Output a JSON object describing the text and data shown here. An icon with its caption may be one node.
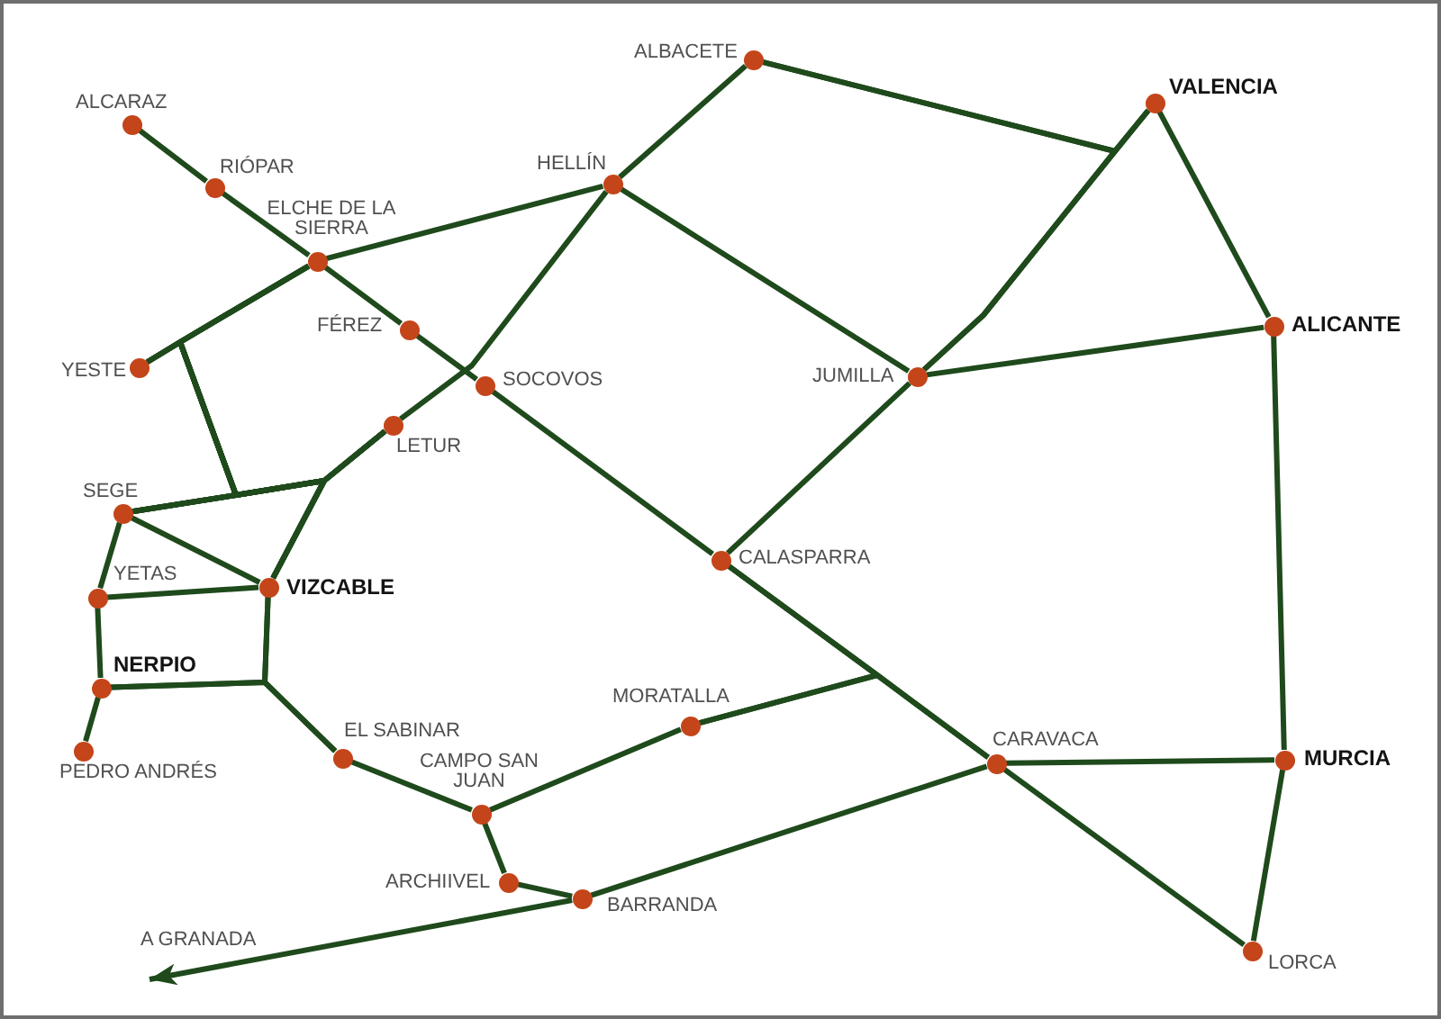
{
  "diagram": {
    "nodes": [
      {
        "text": [],
        "shape": "circle",
        "beside": [
          "ALBACETE"
        ]
      },
      {
        "text": [],
        "shape": "circle",
        "beside": [
          "VALENCIA"
        ]
      },
      {
        "text": [],
        "shape": "circle",
        "beside": [
          "ALCARAZ"
        ]
      },
      {
        "text": [],
        "shape": "circle",
        "beside": [
          "HELLÍN"
        ]
      },
      {
        "text": [],
        "shape": "circle",
        "beside": [
          "RIÓPAR"
        ]
      },
      {
        "text": [],
        "shape": "circle",
        "beside": [
          "ELCHE DE LA SIERRA"
        ]
      },
      {
        "text": [],
        "shape": "circle",
        "beside": [
          "ALICANTE"
        ]
      },
      {
        "text": [],
        "shape": "circle",
        "beside": [
          "FÉREZ"
        ]
      },
      {
        "text": [],
        "shape": "circle",
        "beside": [
          "YESTE"
        ]
      },
      {
        "text": [],
        "shape": "circle",
        "beside": [
          "JUMILLA"
        ]
      },
      {
        "text": [],
        "shape": "circle",
        "beside": [
          "SOCOVOS"
        ]
      },
      {
        "text": [],
        "shape": "circle",
        "beside": [
          "LETUR"
        ]
      },
      {
        "text": [],
        "shape": "circle",
        "beside": [
          "SEGE"
        ]
      },
      {
        "text": [],
        "shape": "circle",
        "beside": [
          "CALASPARRA"
        ]
      },
      {
        "text": [],
        "shape": "circle",
        "beside": [
          "VIZCABLE"
        ]
      },
      {
        "text": [],
        "shape": "circle",
        "beside": [
          "YETAS"
        ]
      },
      {
        "text": [],
        "shape": "circle",
        "beside": [
          "NERPIO"
        ]
      },
      {
        "text": [],
        "shape": "circle",
        "beside": [
          "MORATALLA"
        ]
      },
      {
        "text": [],
        "shape": "circle",
        "beside": [
          "PEDRO ANDRÉS"
        ]
      },
      {
        "text": [],
        "shape": "circle",
        "beside": [
          "EL SABINAR"
        ]
      },
      {
        "text": [],
        "shape": "circle",
        "beside": [
          "MURCIA"
        ]
      },
      {
        "text": [],
        "shape": "circle",
        "beside": [
          "CARAVACA"
        ]
      },
      {
        "text": [],
        "shape": "circle",
        "beside": [
          "CAMPO SAN JUAN"
        ]
      },
      {
        "text": [],
        "shape": "circle",
        "beside": [
          "ARCHIIVEL"
        ]
      },
      {
        "text": [],
        "shape": "circle",
        "beside": [
          "BARRANDA"
        ]
      },
      {
        "text": [],
        "shape": "circle",
        "beside": [
          "LORCA"
        ]
      }
    ],
    "edges": [
      {
        "from": 2,
        "to": 4,
        "arrow": "none"
      },
      {
        "from": 4,
        "to": 5,
        "arrow": "none"
      },
      {
        "from": 5,
        "to": 7,
        "arrow": "none"
      },
      {
        "from": 7,
        "to": 10,
        "arrow": "none"
      },
      {
        "from": 10,
        "to": 13,
        "arrow": "none"
      },
      {
        "from": 5,
        "to": 3,
        "arrow": "none"
      },
      {
        "from": 3,
        "to": 0,
        "arrow": "none"
      },
      {
        "from": 3,
        "to": 11,
        "arrow": "none"
      },
      {
        "from": 3,
        "to": 9,
        "arrow": "none"
      },
      {
        "from": 0,
        "to": 1,
        "arrow": "none"
      },
      {
        "from": 0,
        "to": 9,
        "arrow": "none"
      },
      {
        "from": 9,
        "to": 1,
        "arrow": "none"
      },
      {
        "from": 1,
        "to": 6,
        "arrow": "none"
      },
      {
        "from": 9,
        "to": 6,
        "arrow": "none"
      },
      {
        "from": 9,
        "to": 13,
        "arrow": "none"
      },
      {
        "from": 6,
        "to": 20,
        "arrow": "none"
      },
      {
        "from": 5,
        "to": 8,
        "arrow": "none"
      },
      {
        "from": 5,
        "to": 12,
        "arrow": "none"
      },
      {
        "from": 5,
        "to": 11,
        "arrow": "none"
      },
      {
        "from": 5,
        "to": 14,
        "arrow": "none"
      },
      {
        "from": 8,
        "to": 12,
        "arrow": "none"
      },
      {
        "from": 8,
        "to": 11,
        "arrow": "none"
      },
      {
        "from": 8,
        "to": 14,
        "arrow": "none"
      },
      {
        "from": 12,
        "to": 11,
        "arrow": "none"
      },
      {
        "from": 12,
        "to": 14,
        "arrow": "none"
      },
      {
        "from": 11,
        "to": 14,
        "arrow": "none"
      },
      {
        "from": 12,
        "to": 14,
        "arrow": "none"
      },
      {
        "from": 12,
        "to": 15,
        "arrow": "none"
      },
      {
        "from": 15,
        "to": 14,
        "arrow": "none"
      },
      {
        "from": 15,
        "to": 16,
        "arrow": "none"
      },
      {
        "from": 16,
        "to": 18,
        "arrow": "none"
      },
      {
        "from": 16,
        "to": 14,
        "arrow": "none"
      },
      {
        "from": 16,
        "to": 19,
        "arrow": "none"
      },
      {
        "from": 14,
        "to": 19,
        "arrow": "none"
      },
      {
        "from": 19,
        "to": 22,
        "arrow": "none"
      },
      {
        "from": 22,
        "to": 17,
        "arrow": "none"
      },
      {
        "from": 13,
        "to": 21,
        "arrow": "none"
      },
      {
        "from": 17,
        "to": 13,
        "arrow": "none"
      },
      {
        "from": 17,
        "to": 21,
        "arrow": "none"
      },
      {
        "from": 22,
        "to": 23,
        "arrow": "none"
      },
      {
        "from": 23,
        "to": 24,
        "arrow": "none"
      },
      {
        "from": 24,
        "to": 21,
        "arrow": "none"
      },
      {
        "from": 21,
        "to": 20,
        "arrow": "none"
      },
      {
        "from": 21,
        "to": 25,
        "arrow": "none"
      },
      {
        "from": 20,
        "to": 25,
        "arrow": "none"
      },
      {
        "from": 24,
        "to": null,
        "arrow": "to",
        "label": "A GRANADA"
      }
    ]
  }
}
